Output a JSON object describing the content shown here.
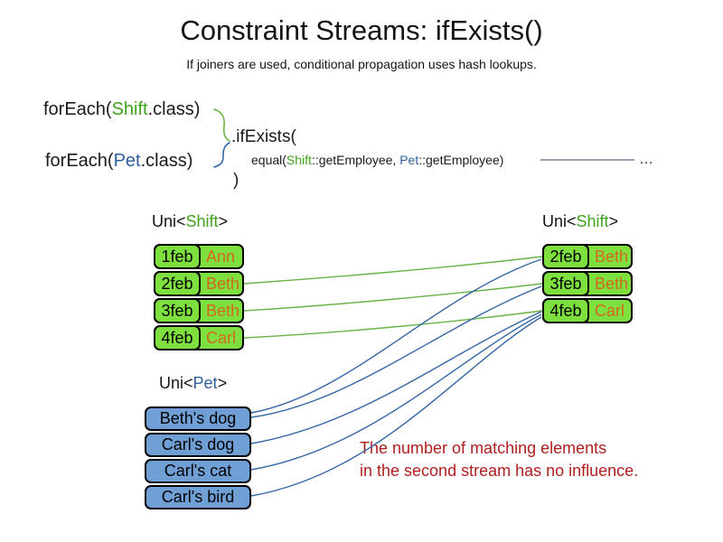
{
  "slide": {
    "title": "Constraint Streams: ifExists()",
    "subtitle": "If joiners are used, conditional propagation uses hash lookups."
  },
  "code": {
    "foreach_shift": {
      "prefix": "forEach(",
      "class_name": "Shift",
      "suffix": ".class)"
    },
    "foreach_pet": {
      "prefix": "forEach(",
      "class_name": "Pet",
      "suffix": ".class)"
    },
    "if_exists": ".ifExists(",
    "equal_line": {
      "prefix": "equal(",
      "arg1_class": "Shift",
      "arg1_rest": "::getEmployee, ",
      "arg2_class": "Pet",
      "arg2_rest": "::getEmployee)"
    },
    "close_paren": ")",
    "ellipsis": "…"
  },
  "left_shift_table": {
    "label_prefix": "Uni<",
    "label_class": "Shift",
    "label_suffix": ">",
    "rows": [
      {
        "date": "1feb",
        "name": "Ann"
      },
      {
        "date": "2feb",
        "name": "Beth"
      },
      {
        "date": "3feb",
        "name": "Beth"
      },
      {
        "date": "4feb",
        "name": "Carl"
      }
    ]
  },
  "right_shift_table": {
    "label_prefix": "Uni<",
    "label_class": "Shift",
    "label_suffix": ">",
    "rows": [
      {
        "date": "2feb",
        "name": "Beth"
      },
      {
        "date": "3feb",
        "name": "Beth"
      },
      {
        "date": "4feb",
        "name": "Carl"
      }
    ]
  },
  "pet_table": {
    "label_prefix": "Uni<",
    "label_class": "Pet",
    "label_suffix": ">",
    "rows": [
      {
        "name": "Beth's dog"
      },
      {
        "name": "Carl's dog"
      },
      {
        "name": "Carl's cat"
      },
      {
        "name": "Carl's bird"
      }
    ]
  },
  "note": {
    "line1": "The number of matching elements",
    "line2": "in the second stream has no influence."
  },
  "colors": {
    "shift_class_green": "#3fa31c",
    "pet_class_blue": "#2e5e9e",
    "shift_cell_fill": "#7de03e",
    "pet_cell_fill": "#6f9fd4",
    "name_text_orange": "#d2691e",
    "connector_green": "#67b346",
    "connector_blue": "#3465a4",
    "joiner_line_purple": "#6e5f80",
    "note_red": "#b02020"
  }
}
